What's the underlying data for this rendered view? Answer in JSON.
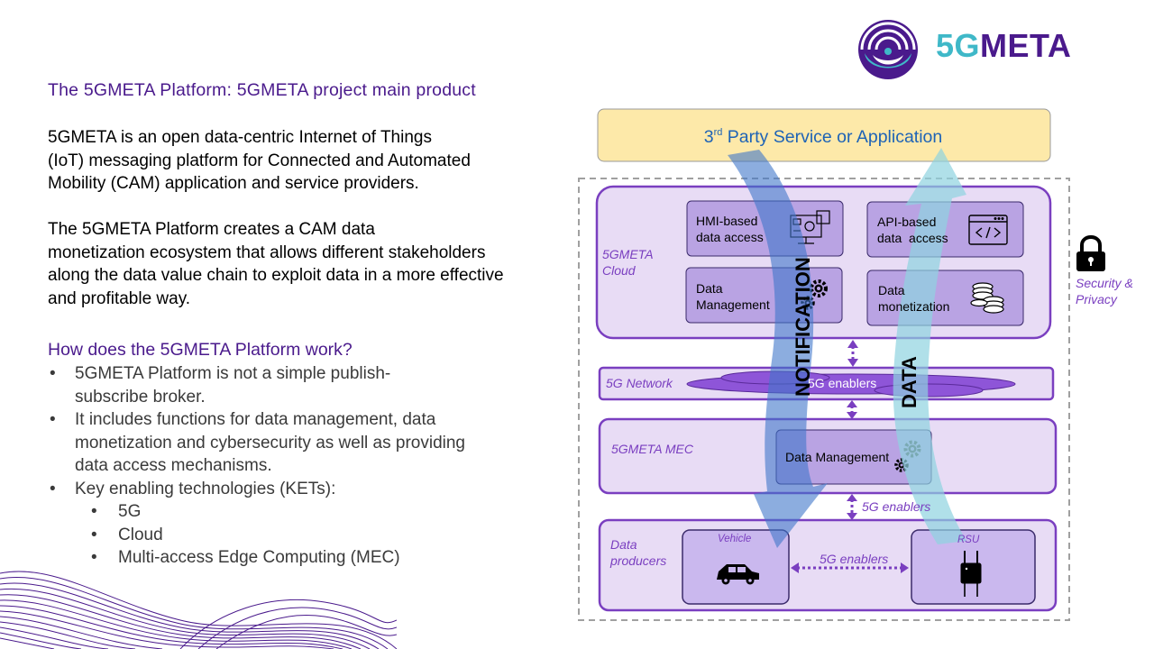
{
  "header": {
    "title": "The 5GMETA Platform: 5GMETA project main product",
    "logo": {
      "part1": "5G",
      "part2": "META",
      "color1": "#3fb8c8",
      "color2": "#4a1a8c"
    }
  },
  "intro": {
    "para1": [
      "5GMETA is an open data-centric Internet of Things",
      "(IoT) messaging platform for Connected and Automated",
      "Mobility (CAM) application and service providers."
    ],
    "para2": [
      "The 5GMETA Platform creates a CAM data",
      "monetization ecosystem that allows different stakeholders",
      "along the data value chain to exploit data in a more effective",
      "and profitable way."
    ]
  },
  "how": {
    "title": "How does the 5GMETA Platform work?",
    "bullets": [
      {
        "lines": [
          "5GMETA Platform is not a simple publish-",
          "subscribe broker."
        ]
      },
      {
        "lines": [
          "It includes functions for data management, data",
          "monetization and cybersecurity as well as providing",
          "data access mechanisms."
        ]
      },
      {
        "lines": [
          "Key enabling technologies (KETs):"
        ]
      }
    ],
    "sub_bullets": [
      "5G",
      "Cloud",
      "Multi-access Edge Computing (MEC)"
    ],
    "bullet_glyph": "•"
  },
  "diagram": {
    "third_party": {
      "pre": "3",
      "sup": "rd",
      "post": " Party Service or Application"
    },
    "cloud": {
      "label": [
        "5GMETA",
        "Cloud"
      ],
      "hmi": [
        "HMI-based",
        "data access"
      ],
      "api": [
        "API-based",
        "data  access"
      ],
      "dm": [
        "Data",
        "Management"
      ],
      "mon": [
        "Data",
        "monetization"
      ]
    },
    "network": {
      "label": "5G Network",
      "enablers": "5G enablers"
    },
    "mec": {
      "label": "5GMETA MEC",
      "dm": "Data Management"
    },
    "enablers_link": "5G enablers",
    "producers": {
      "label": [
        "Data",
        "producers"
      ],
      "vehicle": "Vehicle",
      "rsu": "RSU",
      "enablers": "5G enablers"
    },
    "arrows": {
      "notification": "NOTIFICATION",
      "data": "DATA"
    },
    "security": [
      "Security &",
      "Privacy"
    ],
    "colors": {
      "purple_border": "#7a3fc0",
      "cloud_fill": "#e8dcf5",
      "box_fill": "#b9a3e3",
      "third_party_fill": "#fde9a9",
      "notification_arrow": "#3f77c9",
      "data_arrow": "#8fd3e0"
    }
  }
}
